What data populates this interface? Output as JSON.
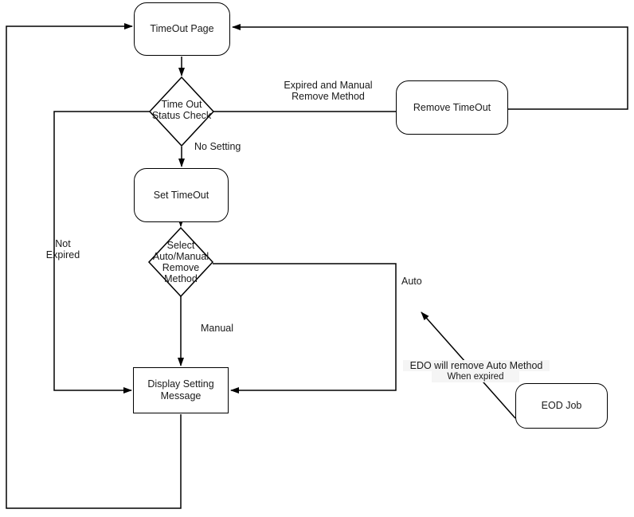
{
  "diagram": {
    "nodes": {
      "timeout_page": "TimeOut Page",
      "status_check": "Time Out\nStatus Check",
      "remove_timeout": "Remove TimeOut",
      "set_timeout": "Set TimeOut",
      "select_method": "Select\nAuto/Manual\nRemove\nMethod",
      "display_message": "Display Setting\nMessage",
      "eod_job": "EOD Job"
    },
    "edge_labels": {
      "expired_manual": "Expired and Manual\nRemove Method",
      "no_setting": "No Setting",
      "not_expired": "Not\nExpired",
      "auto": "Auto",
      "manual": "Manual",
      "edo_note": "EDO will remove Auto Method",
      "edo_note_sub": "When expired"
    },
    "colors": {
      "stroke": "#000000",
      "node_fill": "#ffffff",
      "text": "#1a1a1a",
      "note_background": "#f5f5f5"
    }
  }
}
